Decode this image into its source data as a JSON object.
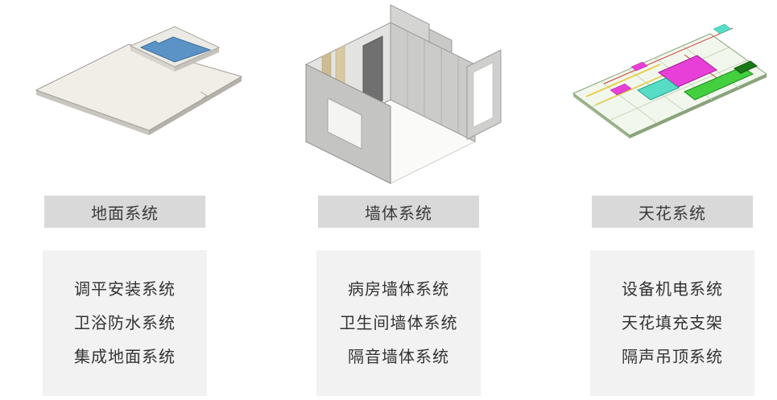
{
  "columns": [
    {
      "header": "地面系统",
      "illustration": "floor-system-3d",
      "items": [
        "调平安装系统",
        "卫浴防水系统",
        "集成地面系统"
      ]
    },
    {
      "header": "墙体系统",
      "illustration": "wall-system-3d",
      "items": [
        "病房墙体系统",
        "卫生间墙体系统",
        "隔音墙体系统"
      ]
    },
    {
      "header": "天花系统",
      "illustration": "ceiling-system-3d",
      "items": [
        "设备机电系统",
        "天花填充支架",
        "隔声吊顶系统"
      ]
    }
  ],
  "colors": {
    "header_bg": "#d9d9d9",
    "list_bg": "#f2f2f2",
    "text": "#333333",
    "floor_slab": "#f1eee7",
    "bathtub_blue": "#5b93c6",
    "wall_gray": "#c4c4c2",
    "ceiling_slab": "#f2f7ee",
    "mep_magenta": "#e83fd8",
    "mep_green": "#44cf3f",
    "mep_cyan": "#57dcc6",
    "mep_yellow": "#e6cf4a"
  }
}
